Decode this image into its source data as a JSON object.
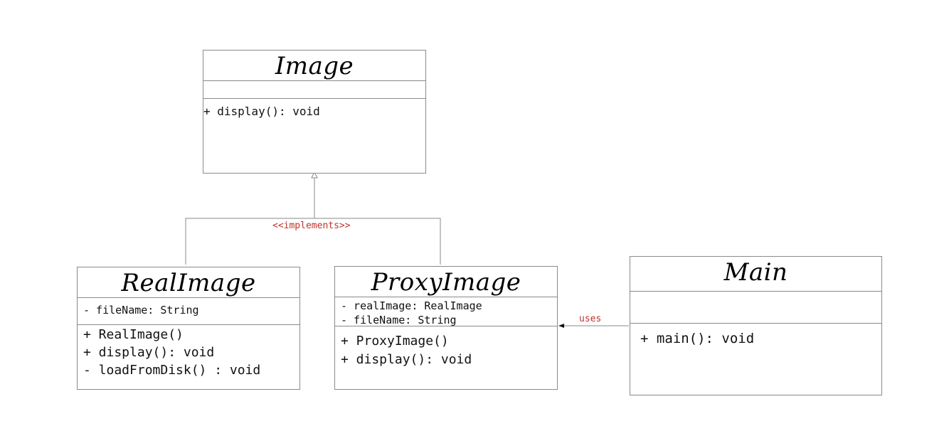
{
  "classes": {
    "image": {
      "name": "Image",
      "attributes": [],
      "methods": [
        "+ display(): void"
      ]
    },
    "real_image": {
      "name": "RealImage",
      "attributes": [
        "- fileName: String"
      ],
      "methods": [
        "+ RealImage()",
        "+ display(): void",
        "- loadFromDisk() : void"
      ]
    },
    "proxy_image": {
      "name": "ProxyImage",
      "attributes": [
        "- realImage: RealImage",
        "- fileName: String"
      ],
      "methods": [
        "+ ProxyImage()",
        "+ display(): void"
      ]
    },
    "main": {
      "name": "Main",
      "attributes": [],
      "methods": [
        "+ main(): void"
      ]
    }
  },
  "relations": {
    "implements_label": "<<implements>>",
    "uses_label": "uses"
  },
  "colors": {
    "border": "#8a8a8a",
    "label": "#c0332b",
    "text": "#111111"
  }
}
